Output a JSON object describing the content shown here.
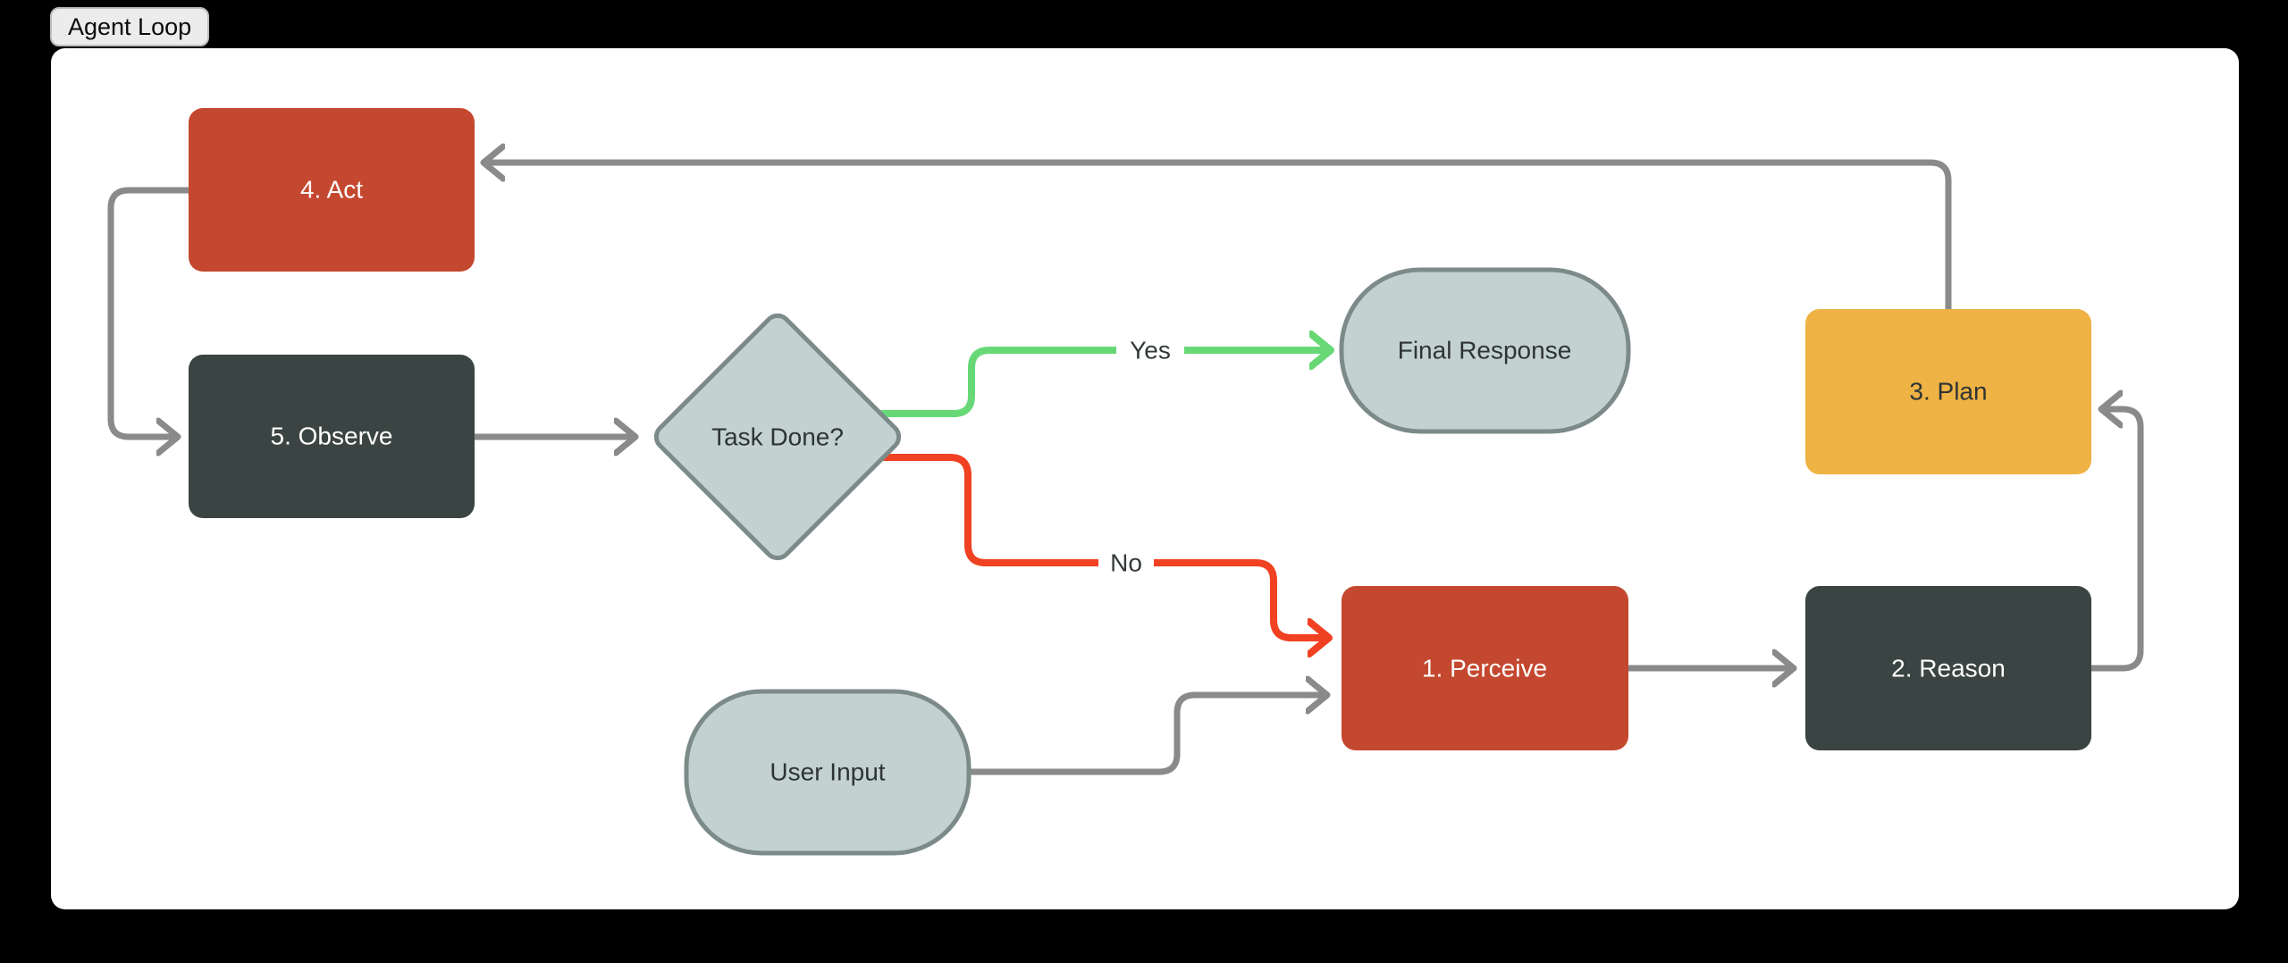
{
  "window": {
    "tab_label": "Agent Loop"
  },
  "colors": {
    "page_background": "#000000",
    "canvas_background": "#FFFFFF",
    "process_red": "#C4482F",
    "process_dark": "#3A4442",
    "process_yellow": "#EFB244",
    "terminal_fill": "#C3D2D0",
    "terminal_stroke": "#7C8B89",
    "arrow_gray": "#8A8A8A",
    "yes_green": "#68D877",
    "no_red": "#F04122",
    "label_dark": "#2E3434",
    "label_light": "#FFFFFF"
  },
  "diagram": {
    "title": "Agent Loop",
    "nodes": [
      {
        "id": "act",
        "label": "4. Act",
        "shape": "rectangle",
        "fill": "#C4482F"
      },
      {
        "id": "observe",
        "label": "5. Observe",
        "shape": "rectangle",
        "fill": "#3A4442"
      },
      {
        "id": "task-done",
        "label": "Task Done?",
        "shape": "diamond",
        "fill": "#C3D2D0"
      },
      {
        "id": "final-response",
        "label": "Final Response",
        "shape": "rounded",
        "fill": "#C3D2D0"
      },
      {
        "id": "plan",
        "label": "3. Plan",
        "shape": "rectangle",
        "fill": "#EFB244"
      },
      {
        "id": "perceive",
        "label": "1. Perceive",
        "shape": "rectangle",
        "fill": "#C4482F"
      },
      {
        "id": "reason",
        "label": "2. Reason",
        "shape": "rectangle",
        "fill": "#3A4442"
      },
      {
        "id": "user-input",
        "label": "User Input",
        "shape": "rounded",
        "fill": "#C3D2D0"
      }
    ],
    "edge_labels": {
      "yes": "Yes",
      "no": "No"
    },
    "edges": [
      {
        "from": "plan",
        "to": "act",
        "label": "",
        "color": "#8A8A8A"
      },
      {
        "from": "act",
        "to": "observe",
        "label": "",
        "color": "#8A8A8A"
      },
      {
        "from": "observe",
        "to": "task-done",
        "label": "",
        "color": "#8A8A8A"
      },
      {
        "from": "task-done",
        "to": "final-response",
        "label": "Yes",
        "color": "#68D877"
      },
      {
        "from": "task-done",
        "to": "perceive",
        "label": "No",
        "color": "#F04122"
      },
      {
        "from": "user-input",
        "to": "perceive",
        "label": "",
        "color": "#8A8A8A"
      },
      {
        "from": "perceive",
        "to": "reason",
        "label": "",
        "color": "#8A8A8A"
      },
      {
        "from": "reason",
        "to": "plan",
        "label": "",
        "color": "#8A8A8A"
      }
    ]
  }
}
